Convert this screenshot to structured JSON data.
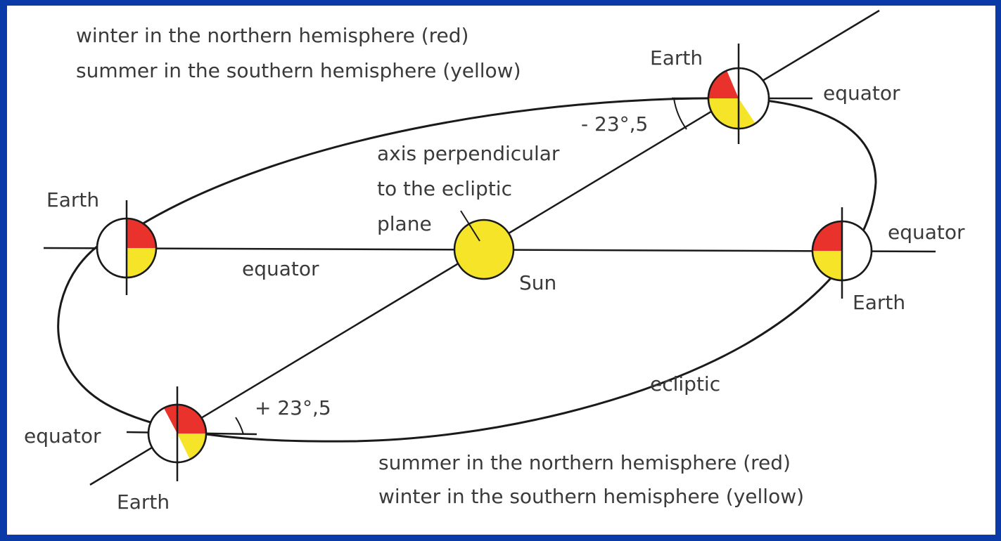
{
  "labels": {
    "top_caption_line1": "winter in the northern hemisphere (red)",
    "top_caption_line2": "summer in the southern hemisphere (yellow)",
    "bottom_caption_line1": "summer in the northern hemisphere (red)",
    "bottom_caption_line2": "winter in the southern hemisphere (yellow)",
    "earth_top": "Earth",
    "earth_left": "Earth",
    "earth_right": "Earth",
    "earth_bottom": "Earth",
    "equator_top": "equator",
    "equator_middle": "equator",
    "equator_right": "equator",
    "equator_bottom": "equator",
    "angle_top": "- 23°,5",
    "angle_bottom": "+ 23°,5",
    "axis_line1": "axis perpendicular",
    "axis_line2": "to the ecliptic",
    "axis_line3": "plane",
    "sun": "Sun",
    "ecliptic": "ecliptic"
  },
  "colors": {
    "background": "#0a3aa8",
    "panel": "#ffffff",
    "north_hemisphere": "#e8322b",
    "south_hemisphere": "#f5e428",
    "sun": "#f5e428",
    "line": "#1a1a1a",
    "text": "#3a3a3a"
  }
}
